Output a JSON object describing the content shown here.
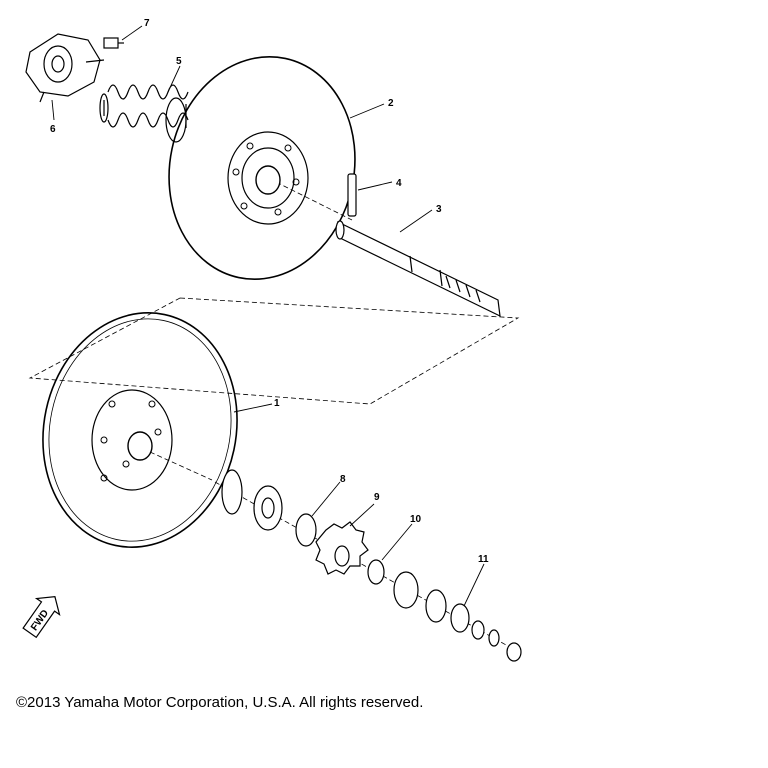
{
  "diagram": {
    "callouts": [
      "1",
      "2",
      "3",
      "4",
      "5",
      "6",
      "7",
      "8",
      "9",
      "10",
      "11"
    ],
    "fwd_label": "FWD"
  },
  "footer": {
    "copyright": "©2013 Yamaha Motor Corporation, U.S.A. All rights reserved."
  }
}
